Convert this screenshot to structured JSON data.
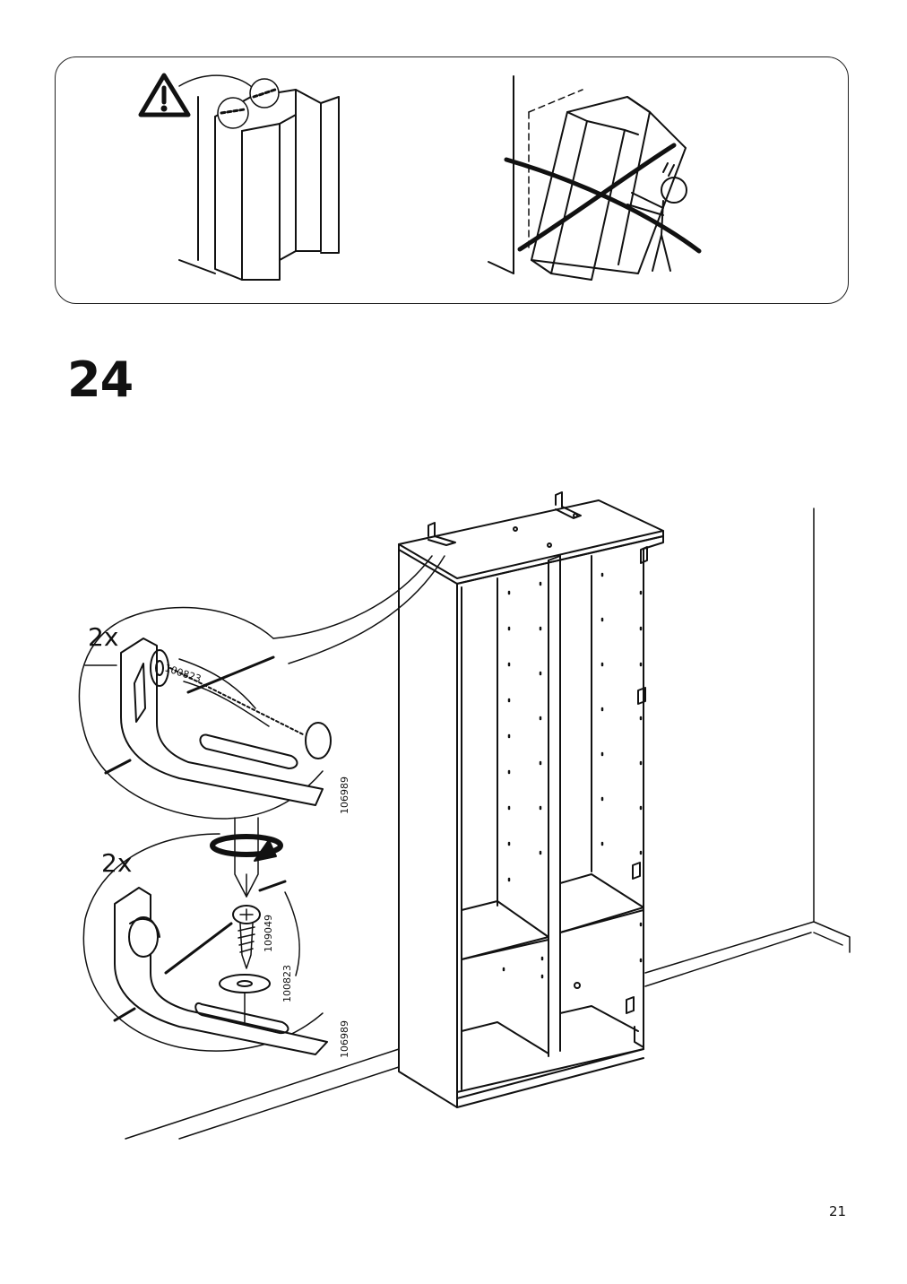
{
  "step": {
    "number": "24"
  },
  "callouts": [
    {
      "quantity": "2x",
      "part_screw": "100823",
      "part_bracket": "106989"
    },
    {
      "quantity": "2x",
      "part_screw": "109049",
      "part_washer": "100823",
      "part_bracket": "106989"
    }
  ],
  "warning": {
    "left_icon": "warning-triangle-icon",
    "right_icon": "prohibited-cross-icon"
  },
  "page": {
    "number": "21"
  }
}
